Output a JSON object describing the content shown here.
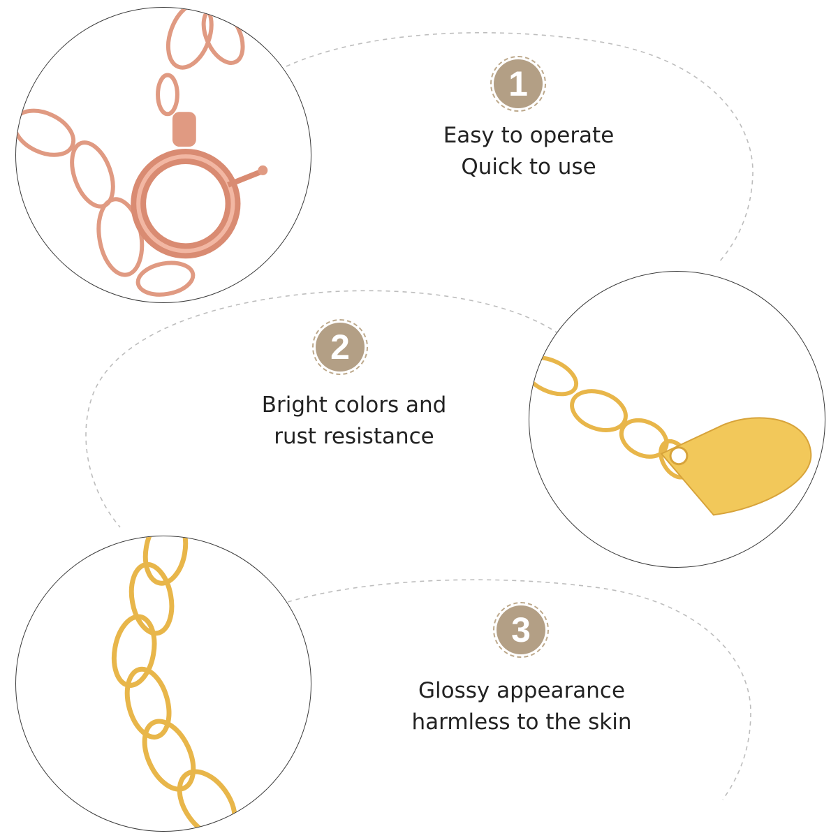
{
  "features": [
    {
      "number": "1",
      "line1": "Easy to operate",
      "line2": "Quick to use",
      "photo": "rose-gold-spring-ring-clasp"
    },
    {
      "number": "2",
      "line1": "Bright colors and",
      "line2": "rust resistance",
      "photo": "gold-chain-heart-tag"
    },
    {
      "number": "3",
      "line1": "Glossy appearance",
      "line2": "harmless to the skin",
      "photo": "gold-curb-chain"
    }
  ],
  "colors": {
    "badge": "#b39f85",
    "badge_ring": "#bda98c",
    "rose_gold": "#e09a82",
    "gold": "#e8b64a",
    "text": "#222222",
    "dashed_line": "#bdbdbd"
  }
}
